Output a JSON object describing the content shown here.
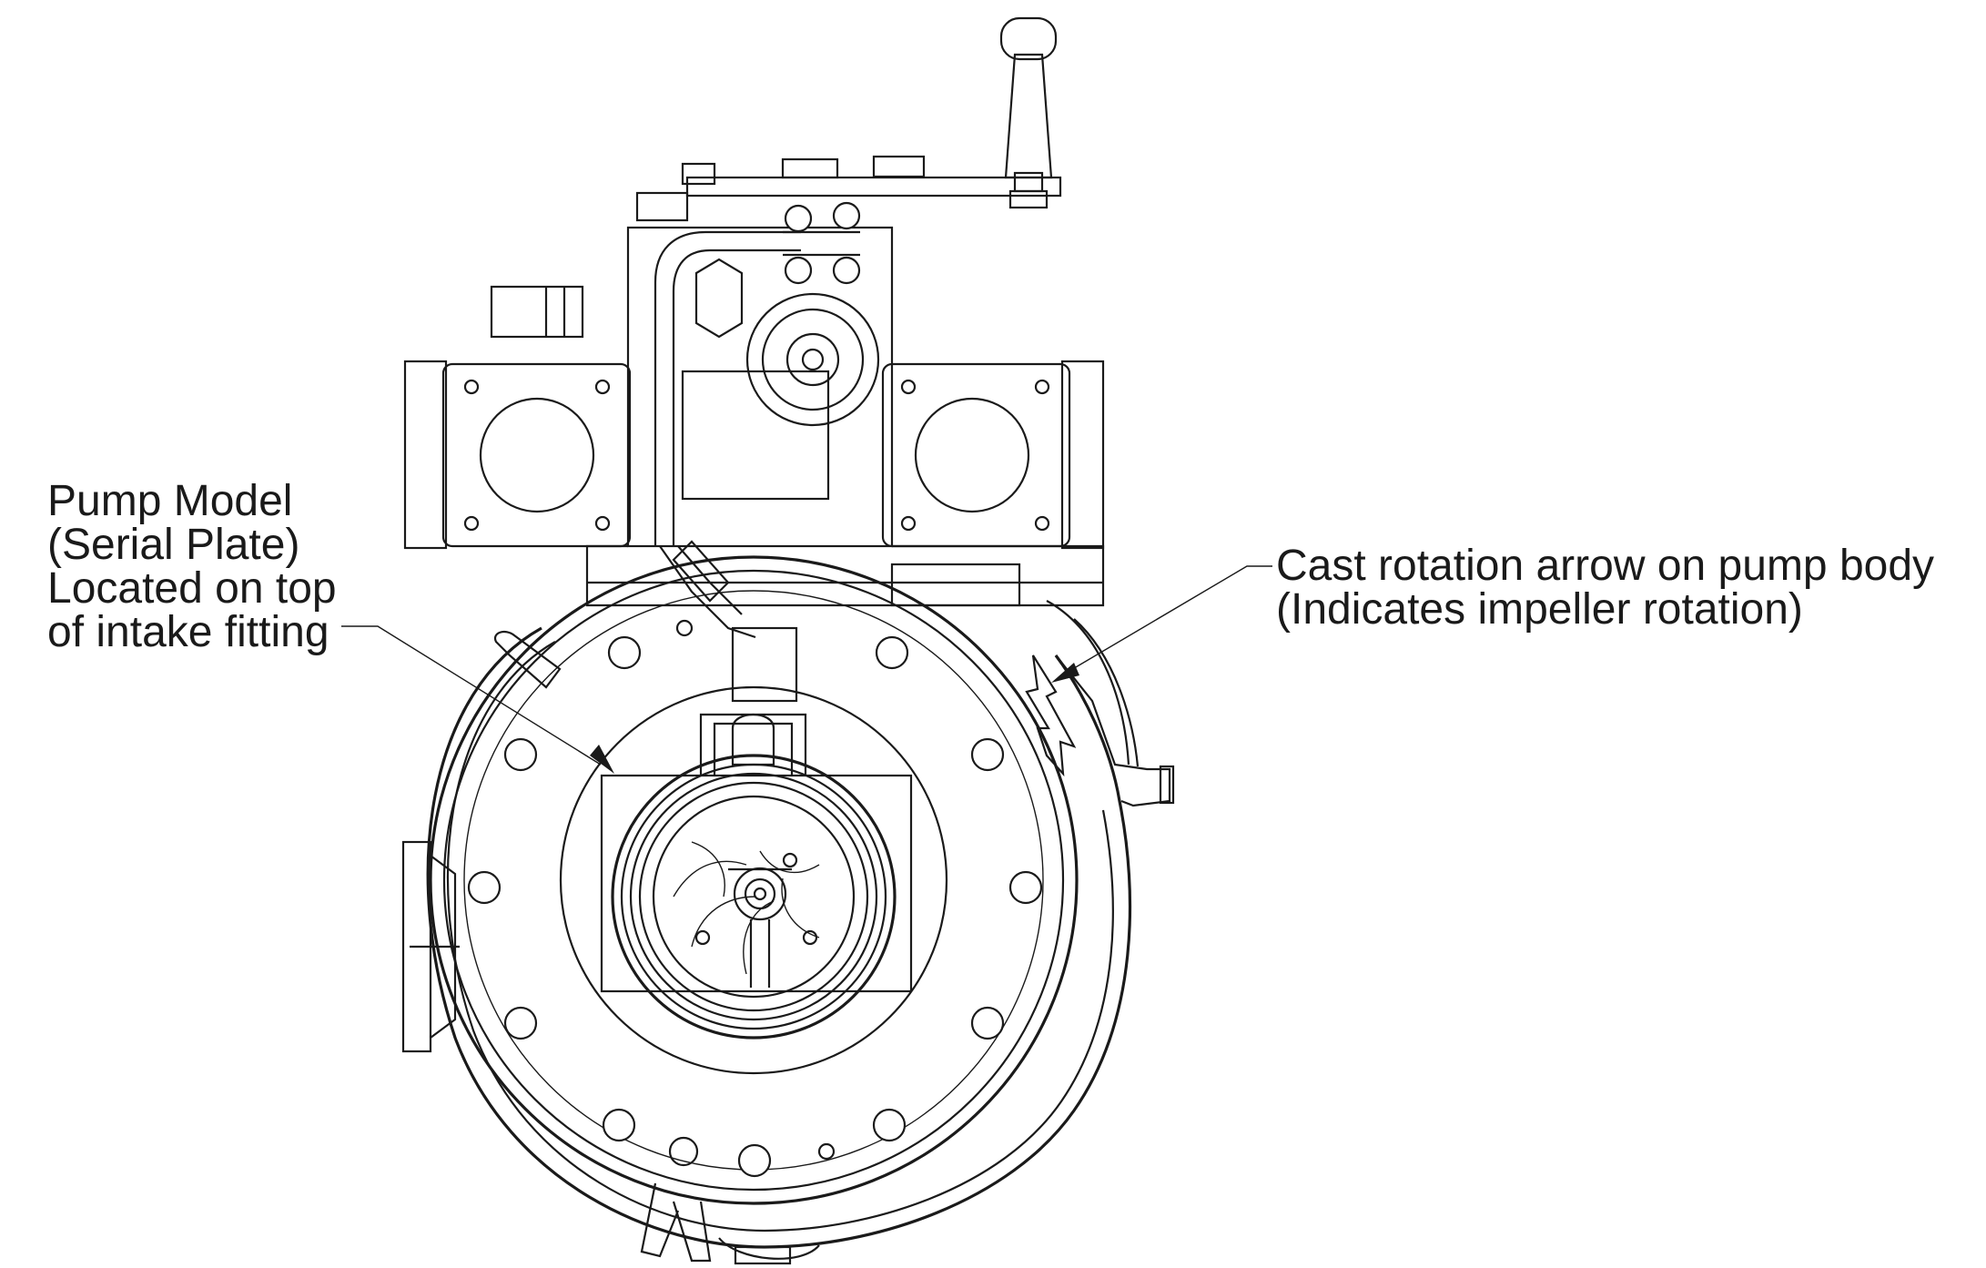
{
  "callouts": {
    "serial_plate": {
      "lines": [
        "Pump Model",
        "(Serial Plate)",
        "Located on top",
        "of intake fitting"
      ]
    },
    "rotation_arrow": {
      "lines": [
        "Cast rotation arrow on pump body",
        "(Indicates impeller rotation)"
      ]
    }
  },
  "colors": {
    "line": "#1a1a1a",
    "background": "#ffffff"
  }
}
